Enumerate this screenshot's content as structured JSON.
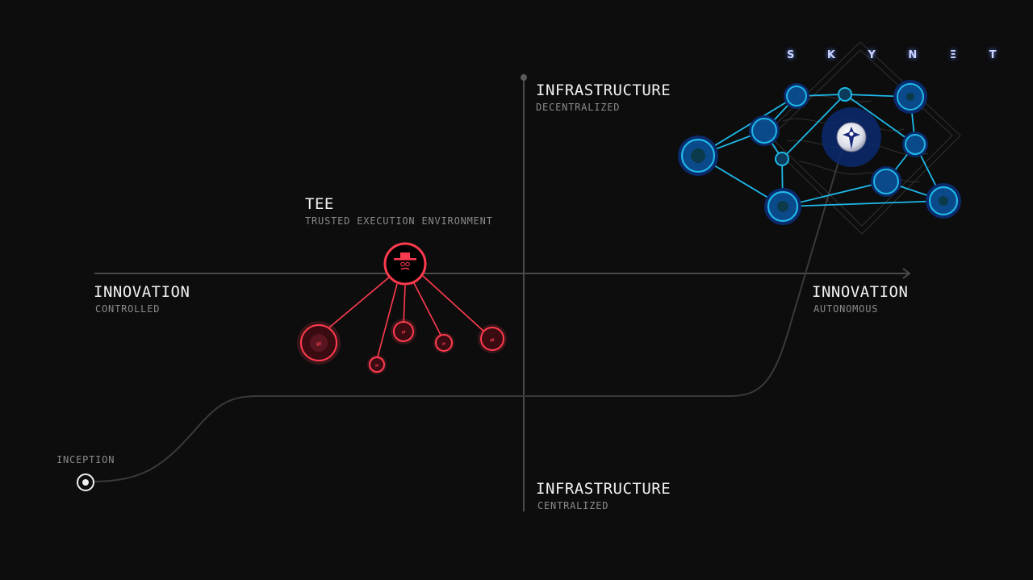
{
  "axes": {
    "x_left": {
      "title": "INNOVATION",
      "subtitle": "CONTROLLED"
    },
    "x_right": {
      "title": "INNOVATION",
      "subtitle": "AUTONOMOUS"
    },
    "y_top": {
      "title": "INFRASTRUCTURE",
      "subtitle": "DECENTRALIZED"
    },
    "y_bottom": {
      "title": "INFRASTRUCTURE",
      "subtitle": "CENTRALIZED"
    }
  },
  "tee": {
    "title": "TEE",
    "subtitle": "TRUSTED EXECUTION ENVIRONMENT",
    "hub_icon": "spy-hat-glasses-icon",
    "child_icon": "swap-arrows-icon",
    "color": "#ff3b4e"
  },
  "skynet": {
    "brand": "S K Y N Ξ T",
    "hub_icon": "star-orb-icon",
    "node_color": "#1fb8e8",
    "glow_color": "#0a2a6b"
  },
  "journey": {
    "start_label": "INCEPTION",
    "start_icon": "target-dot-icon"
  },
  "colors": {
    "background": "#0d0d0e",
    "axis": "#4a4a4a",
    "path": "#3a3a3a",
    "highlight": "#ff3b4e"
  }
}
